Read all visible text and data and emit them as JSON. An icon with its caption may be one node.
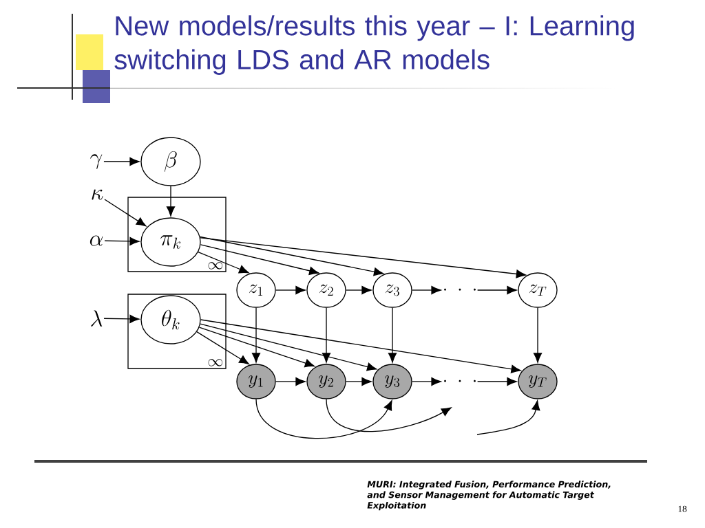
{
  "diagram": {
    "title": "New models/results this year – I: Learning switching LDS and AR models",
    "nodes": [
      {
        "text": [
          "\\gamma"
        ]
      },
      {
        "text": [
          "\\beta"
        ]
      },
      {
        "text": [
          "\\kappa"
        ]
      },
      {
        "text": [
          "\\infty"
        ]
      },
      {
        "text": [
          "\\pi_k"
        ],
        "in": 3
      },
      {
        "text": [
          "\\alpha"
        ]
      },
      {
        "text": [
          "\\lambda"
        ]
      },
      {
        "text": [
          "\\infty"
        ]
      },
      {
        "text": [
          "\\theta_k"
        ],
        "in": 7
      },
      {
        "text": [
          "z_1"
        ]
      },
      {
        "text": [
          "z_2"
        ]
      },
      {
        "text": [
          "z_3"
        ]
      },
      {
        "text": [
          "\\cdot\\;\\cdot\\;\\cdot"
        ]
      },
      {
        "text": [
          "z_T"
        ]
      },
      {
        "text": [
          "y_1"
        ]
      },
      {
        "text": [
          "y_2"
        ]
      },
      {
        "text": [
          "y_3"
        ]
      },
      {
        "text": [
          "\\cdot\\;\\cdot\\;\\cdot"
        ]
      },
      {
        "text": [
          "y_T"
        ]
      }
    ],
    "edges": [
      {
        "from": 0,
        "to": 1,
        "arrow": "to"
      },
      {
        "from": 1,
        "to": 4,
        "arrow": "to"
      },
      {
        "from": 2,
        "to": 4,
        "arrow": "to"
      },
      {
        "from": 5,
        "to": 4,
        "arrow": "to"
      },
      {
        "from": 4,
        "to": 9,
        "arrow": "to"
      },
      {
        "from": 4,
        "to": 10,
        "arrow": "to"
      },
      {
        "from": 4,
        "to": 11,
        "arrow": "to"
      },
      {
        "from": 4,
        "to": 13,
        "arrow": "to"
      },
      {
        "from": 6,
        "to": 8,
        "arrow": "to"
      },
      {
        "from": 8,
        "to": 14,
        "arrow": "to"
      },
      {
        "from": 8,
        "to": 15,
        "arrow": "to"
      },
      {
        "from": 8,
        "to": 16,
        "arrow": "to"
      },
      {
        "from": 8,
        "to": 18,
        "arrow": "to"
      },
      {
        "from": 9,
        "to": 10,
        "arrow": "to"
      },
      {
        "from": 10,
        "to": 11,
        "arrow": "to"
      },
      {
        "from": 11,
        "to": 12,
        "arrow": "to"
      },
      {
        "from": 12,
        "to": 13,
        "arrow": "to"
      },
      {
        "from": 9,
        "to": 14,
        "arrow": "to"
      },
      {
        "from": 10,
        "to": 15,
        "arrow": "to"
      },
      {
        "from": 11,
        "to": 16,
        "arrow": "to"
      },
      {
        "from": 13,
        "to": 18,
        "arrow": "to"
      },
      {
        "from": 14,
        "to": 15,
        "arrow": "to"
      },
      {
        "from": 15,
        "to": 16,
        "arrow": "to"
      },
      {
        "from": 16,
        "to": 17,
        "arrow": "to"
      },
      {
        "from": 17,
        "to": 18,
        "arrow": "to"
      },
      {
        "from": 14,
        "to": 16,
        "arrow": "to"
      },
      {
        "from": 15,
        "to": null,
        "arrow": "to"
      },
      {
        "from": null,
        "to": 18,
        "arrow": "to"
      }
    ],
    "labels": [
      "MURI: Integrated Fusion, Performance Prediction, and Sensor Management for Automatic Target Exploitation",
      "18"
    ]
  }
}
